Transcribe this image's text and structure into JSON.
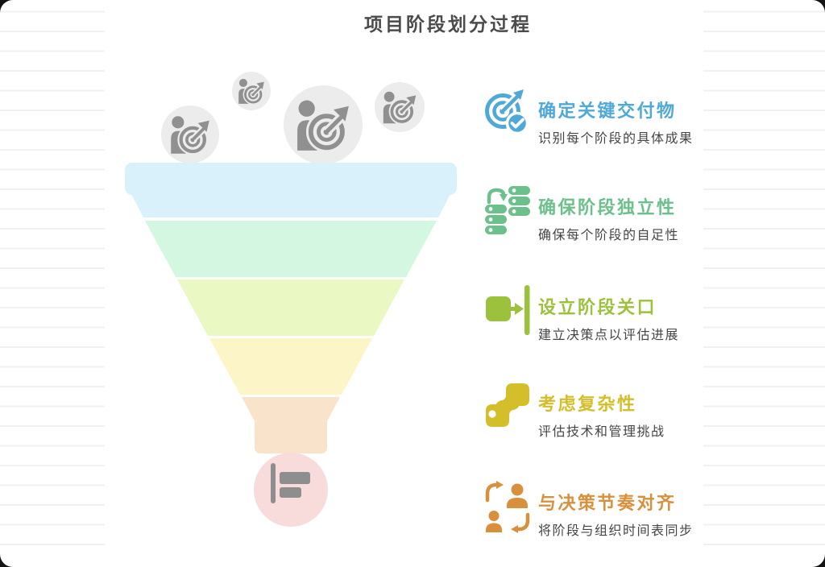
{
  "title": "项目阶段划分过程",
  "items": [
    {
      "title": "确定关键交付物",
      "subtitle": "识别每个阶段的具体成果",
      "color": "#4FA9D7",
      "icon": "target-check-icon"
    },
    {
      "title": "确保阶段独立性",
      "subtitle": "确保每个阶段的自足性",
      "color": "#6CC08C",
      "icon": "stacked-modules-sync-icon"
    },
    {
      "title": "设立阶段关口",
      "subtitle": "建立决策点以评估进展",
      "color": "#9CC13D",
      "icon": "gate-checkpoint-icon"
    },
    {
      "title": "考虑复杂性",
      "subtitle": "评估技术和管理挑战",
      "color": "#D4BE2A",
      "icon": "complexity-shapes-icon"
    },
    {
      "title": "与决策节奏对齐",
      "subtitle": "将阶段与组织时间表同步",
      "color": "#D9903C",
      "icon": "people-sync-icon"
    }
  ],
  "funnel": {
    "bubble_icon": "person-target-icon",
    "bubble_count": 4,
    "stage_colors": [
      "#D8F1FB",
      "#D4F7E1",
      "#EAF8C4",
      "#FBF5C7",
      "#F9E4CB"
    ],
    "outlet_color": "#F8DBDB",
    "outlet_icon": "bar-chart-icon"
  },
  "style_colors": {
    "heading_text": "#4B4B4B",
    "body_text": "#454545",
    "bubble_bg": "#ECECEC",
    "bubble_glyph": "#909090",
    "paper_line": "#F1F1F4"
  }
}
